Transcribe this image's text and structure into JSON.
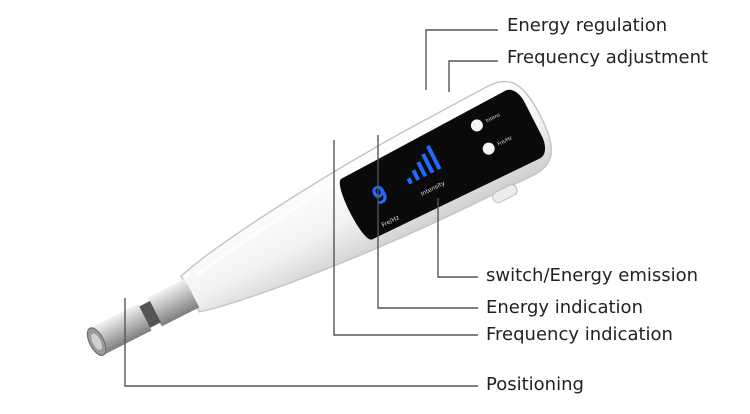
{
  "callouts": {
    "energy_regulation": "Energy regulation",
    "frequency_adjustment": "Frequency adjustment",
    "switch_energy_emission": "switch/Energy emission",
    "energy_indication": "Energy indication",
    "frequency_indication": "Frequency indication",
    "positioning": "Positioning"
  },
  "device_panel": {
    "frequency_digit": "9",
    "frequency_label": "Fre/Hz",
    "intensity_label": "Intensity",
    "button_top_label": "Intens",
    "button_bottom_label": "Fre/Hz"
  },
  "colors": {
    "body": "#f4f4f4",
    "panel": "#0a0a0a",
    "display_blue": "#1f6bff",
    "line": "#555555"
  }
}
